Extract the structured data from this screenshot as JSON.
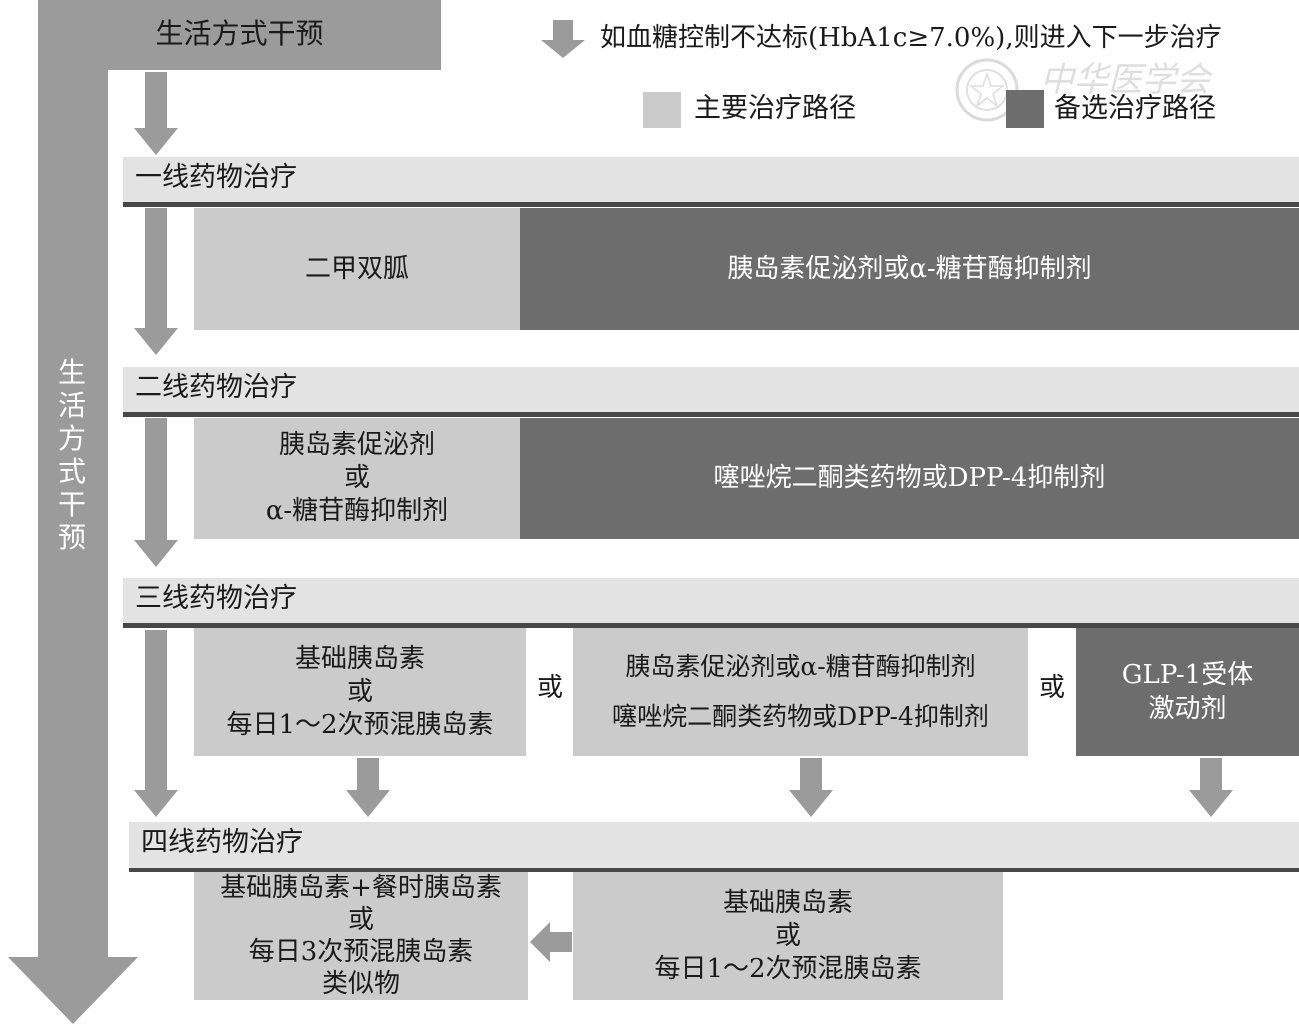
{
  "lifestyle": {
    "top_label": "生活方式干预",
    "side_label": "生活方式干预"
  },
  "legend": {
    "note": "如血糖控制不达标(HbA1c≥7.0%),则进入下一步治疗",
    "primary_label": "主要治疗路径",
    "alternative_label": "备选治疗路径",
    "primary_color": "#cbcbcb",
    "alternative_color": "#6d6d6d",
    "arrow_color": "#9b9b9b"
  },
  "watermark": {
    "text": "中华医学会"
  },
  "first_line": {
    "title": "一线药物治疗",
    "primary": "二甲双胍",
    "alternative": "胰岛素促泌剂或α-糖苷酶抑制剂"
  },
  "second_line": {
    "title": "二线药物治疗",
    "primary": [
      "胰岛素促泌剂",
      "或",
      "α-糖苷酶抑制剂"
    ],
    "alternative": "噻唑烷二酮类药物或DPP-4抑制剂"
  },
  "third_line": {
    "title": "三线药物治疗",
    "option_a": [
      "基础胰岛素",
      "或",
      "每日1～2次预混胰岛素"
    ],
    "or_1": "或",
    "option_b": [
      "胰岛素促泌剂或α-糖苷酶抑制剂",
      "噻唑烷二酮类药物或DPP-4抑制剂"
    ],
    "or_2": "或",
    "option_c": [
      "GLP-1受体",
      "激动剂"
    ]
  },
  "fourth_line": {
    "title": "四线药物治疗",
    "option_a": [
      "基础胰岛素+餐时胰岛素",
      "或",
      "每日3次预混胰岛素",
      "类似物"
    ],
    "option_b": [
      "基础胰岛素",
      "或",
      "每日1～2次预混胰岛素"
    ]
  }
}
